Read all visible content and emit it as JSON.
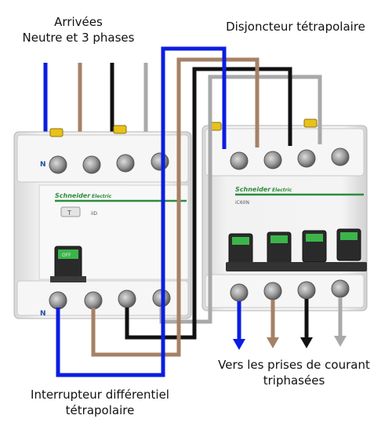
{
  "labels": {
    "incoming_line1": "Arrivées",
    "incoming_line2": "Neutre et 3 phases",
    "breaker": "Disjoncteur tétrapolaire",
    "outputs_line1": "Vers les prises de courant",
    "outputs_line2": "triphasées",
    "rcd_line1": "Interrupteur différentiel",
    "rcd_line2": "tétrapolaire"
  },
  "devices": {
    "rcd": {
      "brand": "Schneider",
      "brand_sub": "Electric",
      "model": "iID",
      "neutral_top": "N",
      "neutral_bottom": "N",
      "test_button": "T",
      "handle_text": "OFF"
    },
    "breaker": {
      "brand": "Schneider",
      "brand_sub": "Electric",
      "model": "iC60N"
    }
  },
  "wire_colors": {
    "neutral": "#0b1de0",
    "phase_brown": "#a68166",
    "phase_black": "#111111",
    "phase_grey": "#a9a9a9"
  },
  "icons": [
    "terminal-screw-icon",
    "yellow-clip-icon",
    "down-arrow-icon"
  ]
}
